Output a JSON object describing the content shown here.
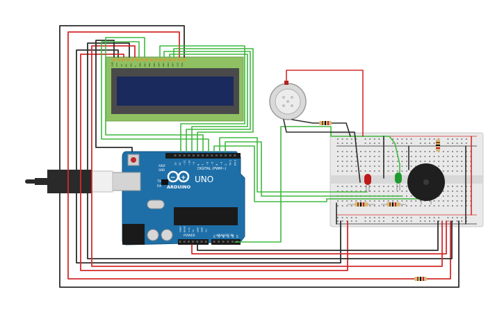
{
  "arduino": {
    "brand": "ARDUINO",
    "model": "UNO",
    "digital_label": "DIGITAL (PWM~)",
    "analog_label": "ANALOG IN",
    "power_label": "POWER",
    "tx_label": "TX",
    "rx_label": "RX",
    "aref_label": "AREF",
    "gnd_label": "GND",
    "digital_pins": [
      "13",
      "12",
      "~11",
      "~10",
      "~9",
      "8",
      "7",
      "~6",
      "~5",
      "4",
      "~3",
      "2",
      "TX 1",
      "RX 0"
    ],
    "analog_pins": [
      "A0",
      "A1",
      "A2",
      "A3",
      "A4",
      "A5"
    ],
    "power_pins": [
      "IOREF",
      "RESET",
      "3.3V",
      "5V",
      "GND",
      "GND",
      "Vin"
    ]
  },
  "lcd": {
    "pin_labels": [
      "GND",
      "VCC",
      "V0",
      "RS",
      "RW",
      "E",
      "DB0",
      "DB1",
      "DB2",
      "DB3",
      "DB4",
      "DB5",
      "DB6",
      "DB7",
      "LED",
      "LED"
    ]
  },
  "colors": {
    "wire_red": "#d42a2a",
    "wire_black": "#2b2b2b",
    "wire_green": "#3fb83f",
    "board_blue": "#1e6fa8",
    "lcd_green": "#8fc163",
    "lcd_screen": "#1b2a5c",
    "led_red": "#c0181a",
    "led_green": "#1f9a2e"
  },
  "icons": {
    "arduino_logo": "infinity-logo-icon",
    "usb": "usb-b-connector-icon",
    "dc_jack": "dc-barrel-jack-icon",
    "sensor": "gas-sensor-icon",
    "buzzer": "piezo-buzzer-icon"
  }
}
